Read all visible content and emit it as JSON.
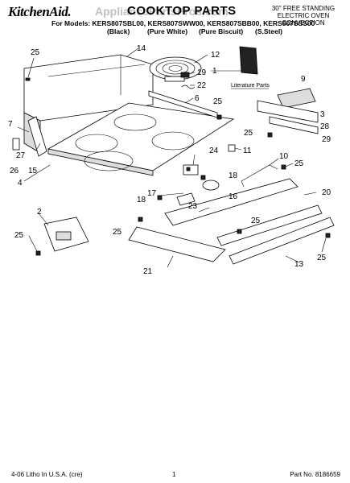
{
  "header": {
    "brand": "KitchenAid.",
    "title": "COOKTOP PARTS",
    "watermark": "AppliancePartsPros.com",
    "desc_line1": "30\" FREE STANDING",
    "desc_line2": "ELECTRIC OVEN",
    "desc_line3": "CONVECTION",
    "models": "For Models: KERS807SBL00, KERS807SWW00, KERS807SBB00, KERS807SSS00",
    "color_black": "(Black)",
    "color_white": "(Pure White)",
    "color_biscuit": "(Pure Biscuit)",
    "color_steel": "(S.Steel)"
  },
  "diagram": {
    "literature_label": "Literature Parts",
    "callouts": [
      "25",
      "14",
      "12",
      "1",
      "19",
      "22",
      "6",
      "25",
      "9",
      "3",
      "28",
      "29",
      "25",
      "7",
      "27",
      "26",
      "15",
      "4",
      "24",
      "11",
      "10",
      "25",
      "18",
      "17",
      "18",
      "16",
      "23",
      "20",
      "2",
      "25",
      "25",
      "25",
      "21",
      "13",
      "25"
    ]
  },
  "footer": {
    "left": "4-06 Litho In U.S.A. (cre)",
    "page": "1",
    "part_no": "Part No. 8186659"
  }
}
